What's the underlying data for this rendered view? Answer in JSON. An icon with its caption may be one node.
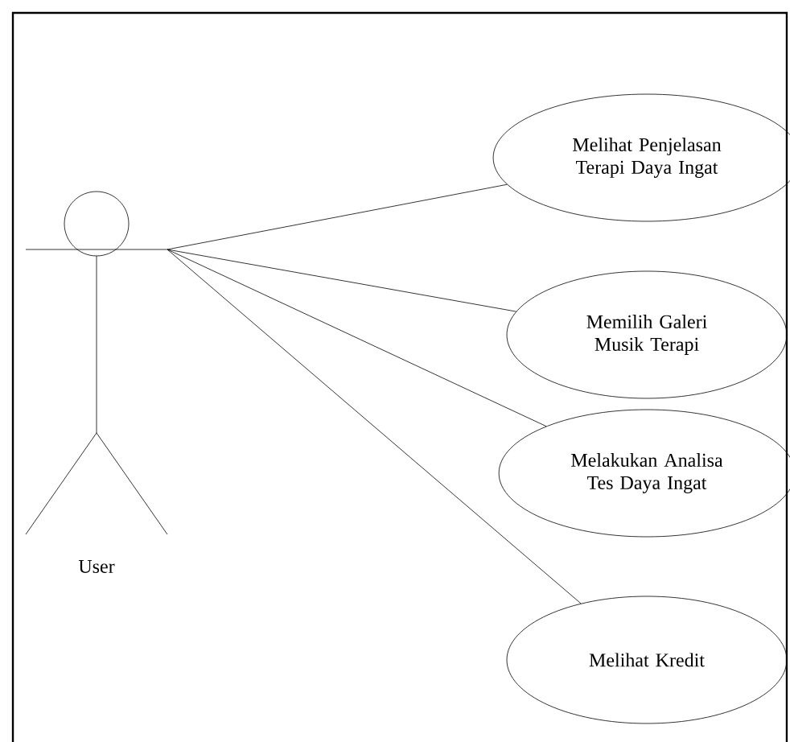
{
  "diagram": {
    "nodes": [
      {
        "text": [
          "User"
        ]
      },
      {
        "text": [
          "Melihat Penjelasan Terapi Daya Ingat"
        ]
      },
      {
        "text": [
          "Memilih Galeri Musik Terapi"
        ]
      },
      {
        "text": [
          "Melakukan Analisa Tes Daya Ingat"
        ]
      },
      {
        "text": [
          "Melihat Kredit"
        ]
      }
    ],
    "edges": [
      {
        "from": 0,
        "to": 1,
        "arrow": "none"
      },
      {
        "from": 0,
        "to": 2,
        "arrow": "none"
      },
      {
        "from": 0,
        "to": 3,
        "arrow": "none"
      },
      {
        "from": 0,
        "to": 4,
        "arrow": "none"
      }
    ]
  }
}
